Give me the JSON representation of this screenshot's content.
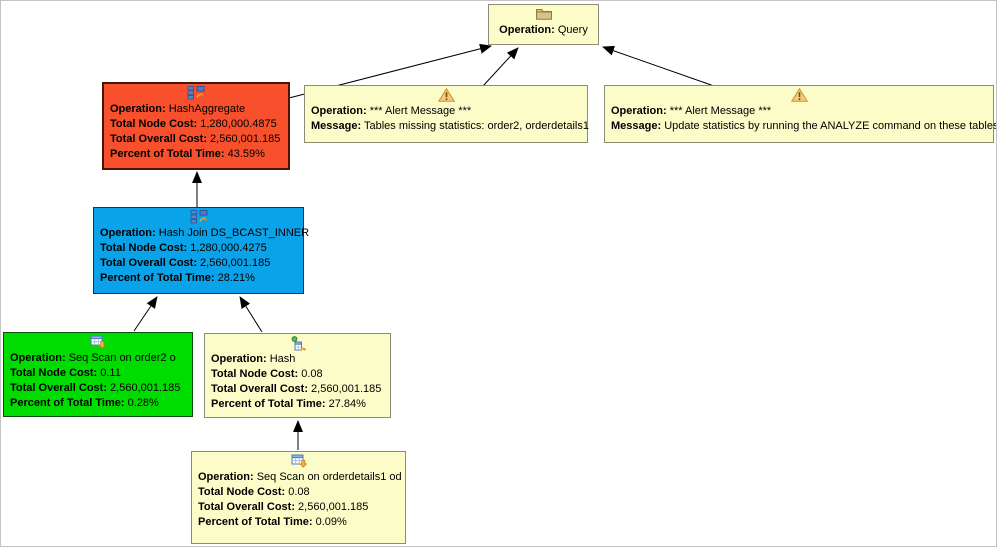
{
  "diagram": {
    "kind": "query-execution-plan-tree",
    "colors": {
      "node_default_bg": "#FCFCC8",
      "node_critical_bg": "#F8502C",
      "node_high_bg": "#0AA2E8",
      "node_low_bg": "#00DC00",
      "connector": "#000000"
    },
    "edges": [
      {
        "from": "hash_aggregate",
        "to": "query"
      },
      {
        "from": "alert_missing_stats",
        "to": "query"
      },
      {
        "from": "alert_analyze",
        "to": "query"
      },
      {
        "from": "hash_join",
        "to": "hash_aggregate"
      },
      {
        "from": "seq_scan_order2",
        "to": "hash_join"
      },
      {
        "from": "hash",
        "to": "hash_join"
      },
      {
        "from": "seq_scan_orderdetails1",
        "to": "hash"
      }
    ]
  },
  "nodes": {
    "query": {
      "icon": "folder-icon",
      "rows": [
        {
          "label": "Operation:",
          "value": "Query"
        }
      ]
    },
    "hash_aggregate": {
      "icon": "hash-aggregate-icon",
      "rows": [
        {
          "label": "Operation:",
          "value": "HashAggregate"
        },
        {
          "label": "Total Node Cost:",
          "value": "1,280,000.4875"
        },
        {
          "label": "Total Overall Cost:",
          "value": "2,560,001.185"
        },
        {
          "label": "Percent of Total Time:",
          "value": "43.59%"
        }
      ]
    },
    "alert_missing_stats": {
      "icon": "warning-icon",
      "rows": [
        {
          "label": "Operation:",
          "value": "*** Alert Message ***"
        },
        {
          "label": "Message:",
          "value": "Tables missing statistics: order2, orderdetails1"
        }
      ]
    },
    "alert_analyze": {
      "icon": "warning-icon",
      "rows": [
        {
          "label": "Operation:",
          "value": "*** Alert Message ***"
        },
        {
          "label": "Message:",
          "value": "Update statistics by running the ANALYZE command on these tables"
        }
      ]
    },
    "hash_join": {
      "icon": "hash-join-icon",
      "rows": [
        {
          "label": "Operation:",
          "value": "Hash Join DS_BCAST_INNER"
        },
        {
          "label": "Total Node Cost:",
          "value": "1,280,000.4275"
        },
        {
          "label": "Total Overall Cost:",
          "value": "2,560,001.185"
        },
        {
          "label": "Percent of Total Time:",
          "value": "28.21%"
        }
      ]
    },
    "seq_scan_order2": {
      "icon": "table-scan-icon",
      "rows": [
        {
          "label": "Operation:",
          "value": "Seq Scan on order2 o"
        },
        {
          "label": "Total Node Cost:",
          "value": "0.11"
        },
        {
          "label": "Total Overall Cost:",
          "value": "2,560,001.185"
        },
        {
          "label": "Percent of Total Time:",
          "value": "0.28%"
        }
      ]
    },
    "hash": {
      "icon": "hash-icon",
      "rows": [
        {
          "label": "Operation:",
          "value": "Hash"
        },
        {
          "label": "Total Node Cost:",
          "value": "0.08"
        },
        {
          "label": "Total Overall Cost:",
          "value": "2,560,001.185"
        },
        {
          "label": "Percent of Total Time:",
          "value": "27.84%"
        }
      ]
    },
    "seq_scan_orderdetails1": {
      "icon": "table-scan-icon",
      "rows": [
        {
          "label": "Operation:",
          "value": "Seq Scan on orderdetails1 od"
        },
        {
          "label": "Total Node Cost:",
          "value": "0.08"
        },
        {
          "label": "Total Overall Cost:",
          "value": "2,560,001.185"
        },
        {
          "label": "Percent of Total Time:",
          "value": "0.09%"
        }
      ]
    }
  }
}
